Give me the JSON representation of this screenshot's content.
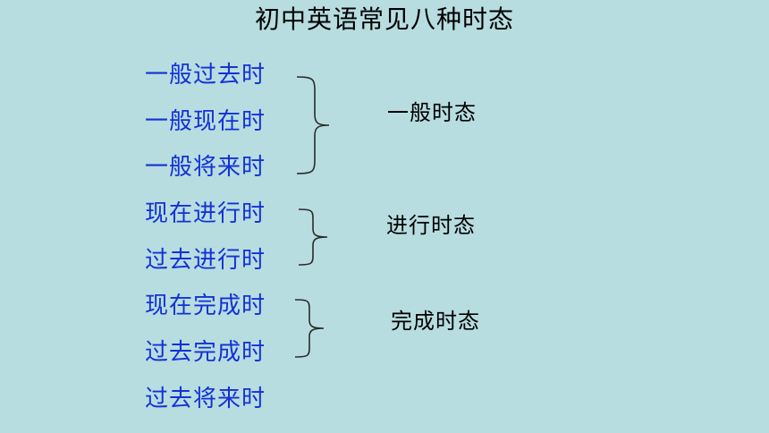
{
  "page": {
    "title": "初中英语常见八种时态"
  },
  "tenses": [
    {
      "label": "一般过去时"
    },
    {
      "label": "一般现在时"
    },
    {
      "label": "一般将来时"
    },
    {
      "label": "现在进行时"
    },
    {
      "label": "过去进行时"
    },
    {
      "label": "现在完成时"
    },
    {
      "label": "过去完成时"
    },
    {
      "label": "过去将来时"
    }
  ],
  "groups": [
    {
      "label": "一般时态"
    },
    {
      "label": "进行时态"
    },
    {
      "label": "完成时态"
    }
  ],
  "colors": {
    "background": "#b7dde0",
    "tense_text": "#1431d6",
    "label_text": "#000000",
    "brace": "#2b2b2b"
  }
}
